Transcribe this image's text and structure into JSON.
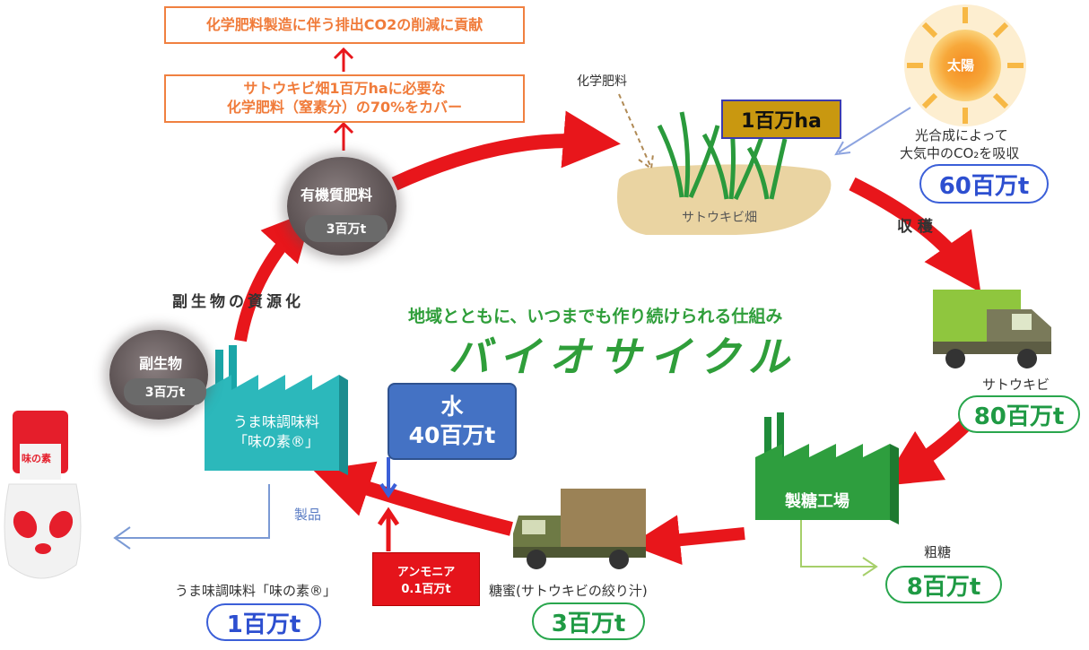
{
  "top_box_1": "化学肥料製造に伴う排出CO2の削減に貢献",
  "top_box_2_line1": "サトウキビ畑1百万haに必要な",
  "top_box_2_line2": "化学肥料（窒素分）の70%をカバー",
  "field_fertilizer_label": "化学肥料",
  "field_label": "サトウキビ畑",
  "field_area": "1百万ha",
  "sun_label": "太陽",
  "photosynthesis_line1": "光合成によって",
  "photosynthesis_line2": "大気中のCO₂を吸収",
  "co2_absorbed": "60百万t",
  "harvest_label": "収 穫",
  "truck1_label": "サトウキビ",
  "sugarcane_amount": "80百万t",
  "sugar_factory_label": "製糖工場",
  "raw_sugar_label": "粗糖",
  "raw_sugar_amount": "8百万t",
  "molasses_label": "糖蜜(サトウキビの絞り汁)",
  "molasses_amount": "3百万t",
  "ammonia_line1": "アンモニア",
  "ammonia_line2": "0.1百万t",
  "water_line1": "水",
  "water_line2": "40百万t",
  "umami_factory_line1": "うま味調味料",
  "umami_factory_line2": "「味の素®」",
  "product_label": "製品",
  "product_name": "うま味調味料「味の素®」",
  "product_amount": "1百万t",
  "byproduct_label": "副生物",
  "byproduct_amount": "3百万t",
  "organic_fertilizer_label": "有機質肥料",
  "organic_fertilizer_amount": "3百万t",
  "resource_label": "副生物の資源化",
  "tagline": "地域とともに、いつまでも作り続けられる仕組み",
  "title": "バイオサイクル",
  "bottle_label": "味の素",
  "colors": {
    "cycle_arrow": "#e8161b",
    "title_green": "#2f9e3a",
    "orange": "#f07b3a",
    "blue": "#3b5fd8"
  }
}
